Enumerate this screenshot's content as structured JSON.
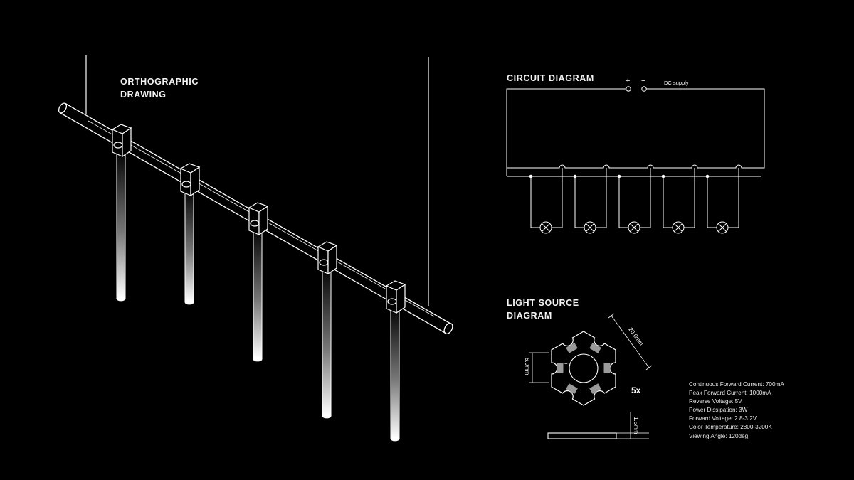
{
  "ortho": {
    "title_line1": "ORTHOGRAPHIC",
    "title_line2": "DRAWING"
  },
  "circuit": {
    "title": "CIRCUIT DIAGRAM",
    "plus": "+",
    "minus": "−",
    "supply_label": "DC supply",
    "lamp_count": 5
  },
  "light_source": {
    "title_line1": "LIGHT SOURCE",
    "title_line2": "DIAGRAM",
    "dim_diagonal": "20.0mm",
    "dim_side": "6.0mm",
    "dim_thickness": "1.5mm",
    "quantity": "5x",
    "plus": "+",
    "minus": "−"
  },
  "specs": [
    "Continuous Forward Current:  700mA",
    "Peak Forward Current: 1000mA",
    "Reverse Voltage: 5V",
    "Power Dissipation: 3W",
    "Forward Voltage: 2.8-3.2V",
    "Color Temperature: 2800-3200K",
    "Viewing Angle: 120deg"
  ],
  "colors": {
    "background": "#000000",
    "line": "#ffffff",
    "led_pad": "#9a9a9a"
  }
}
